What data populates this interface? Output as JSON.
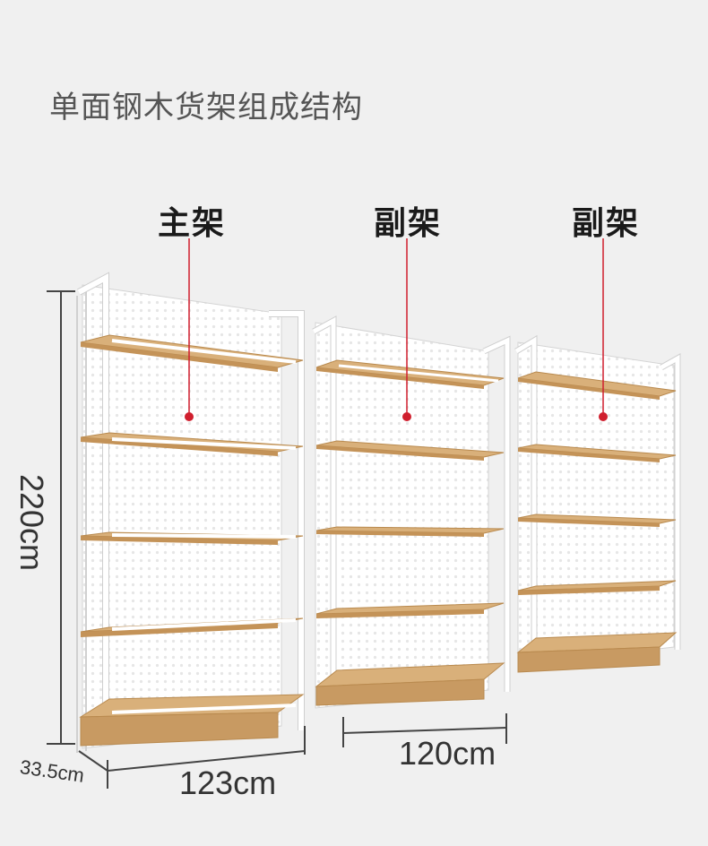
{
  "title": "单面钢木货架组成结构",
  "parts": [
    {
      "label": "主架"
    },
    {
      "label": "副架"
    },
    {
      "label": "副架"
    }
  ],
  "dimensions": {
    "height": "220cm",
    "depth": "33.5cm",
    "main_width": "123cm",
    "sub_width": "120cm"
  },
  "colors": {
    "background": "#f0f0f0",
    "frame": "#ffffff",
    "frame_outline": "#c8c8c8",
    "wood": "#d9b07a",
    "wood_dark": "#c49358",
    "pointer": "#d01f2e",
    "dimension_line": "#444444"
  }
}
